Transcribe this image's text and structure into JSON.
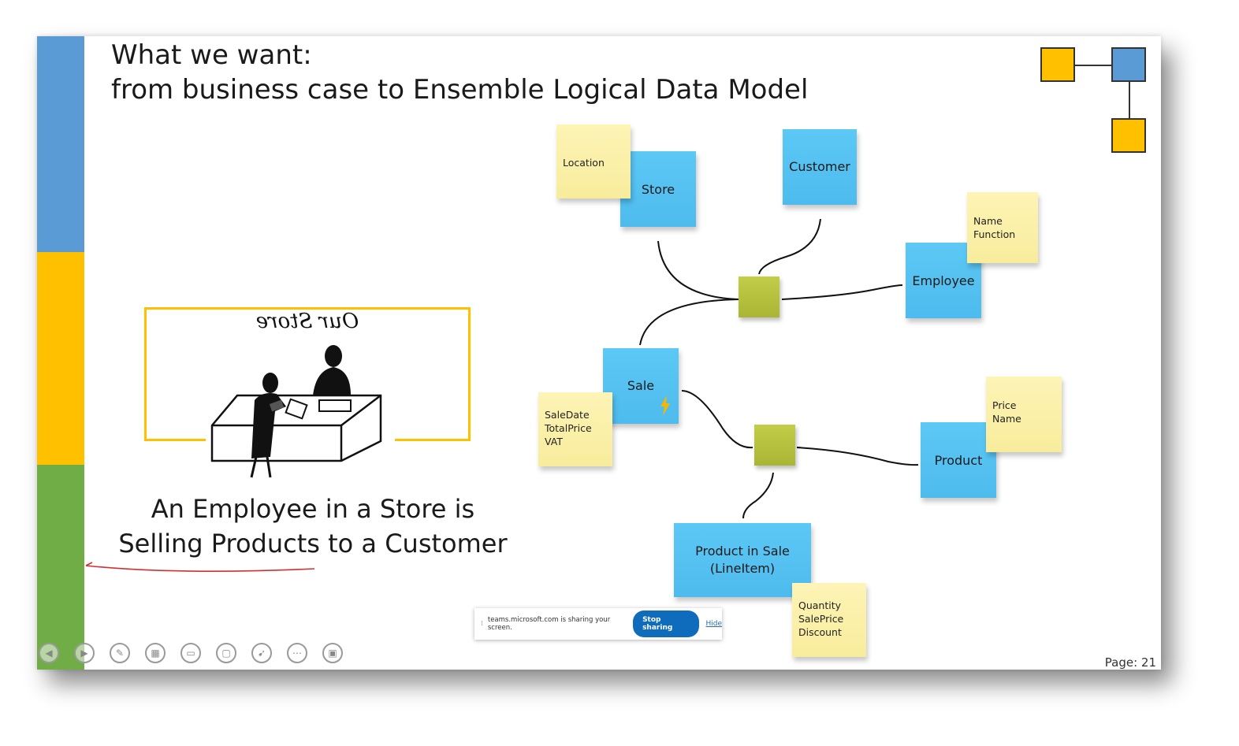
{
  "slide": {
    "title_line1": "What we want:",
    "title_line2": "from business case to Ensemble Logical Data Model",
    "page_label": "Page: 21",
    "band_colors": [
      "#5b9bd5",
      "#ffc000",
      "#70ad47"
    ]
  },
  "illustration": {
    "sign_text": "Our Store"
  },
  "caption": {
    "line1": "An Employee in a Store is",
    "line2": "Selling Products to a Customer"
  },
  "model": {
    "entities": {
      "store": "Store",
      "customer": "Customer",
      "employee": "Employee",
      "sale": "Sale",
      "product": "Product",
      "product_in_sale_line1": "Product in Sale",
      "product_in_sale_line2": "(LineItem)"
    },
    "notes": {
      "location": "Location",
      "employee_attr1": "Name",
      "employee_attr2": "Function",
      "sale_attr1": "SaleDate",
      "sale_attr2": "TotalPrice",
      "sale_attr3": "VAT",
      "product_attr1": "Price",
      "product_attr2": "Name",
      "pis_attr1": "Quantity",
      "pis_attr2": "SalePrice",
      "pis_attr3": "Discount"
    },
    "colors": {
      "entity": "#4fc3f7",
      "note": "#fbf0a8",
      "relation": "#b9c43d"
    }
  },
  "share_bar": {
    "message": "teams.microsoft.com is sharing your screen.",
    "stop_label": "Stop sharing",
    "hide_label": "Hide"
  },
  "controls": [
    "previous-icon",
    "next-icon",
    "pen-icon",
    "slides-icon",
    "subtitles-icon",
    "camera-icon",
    "pointer-icon",
    "more-icon",
    "presenter-view-icon"
  ]
}
